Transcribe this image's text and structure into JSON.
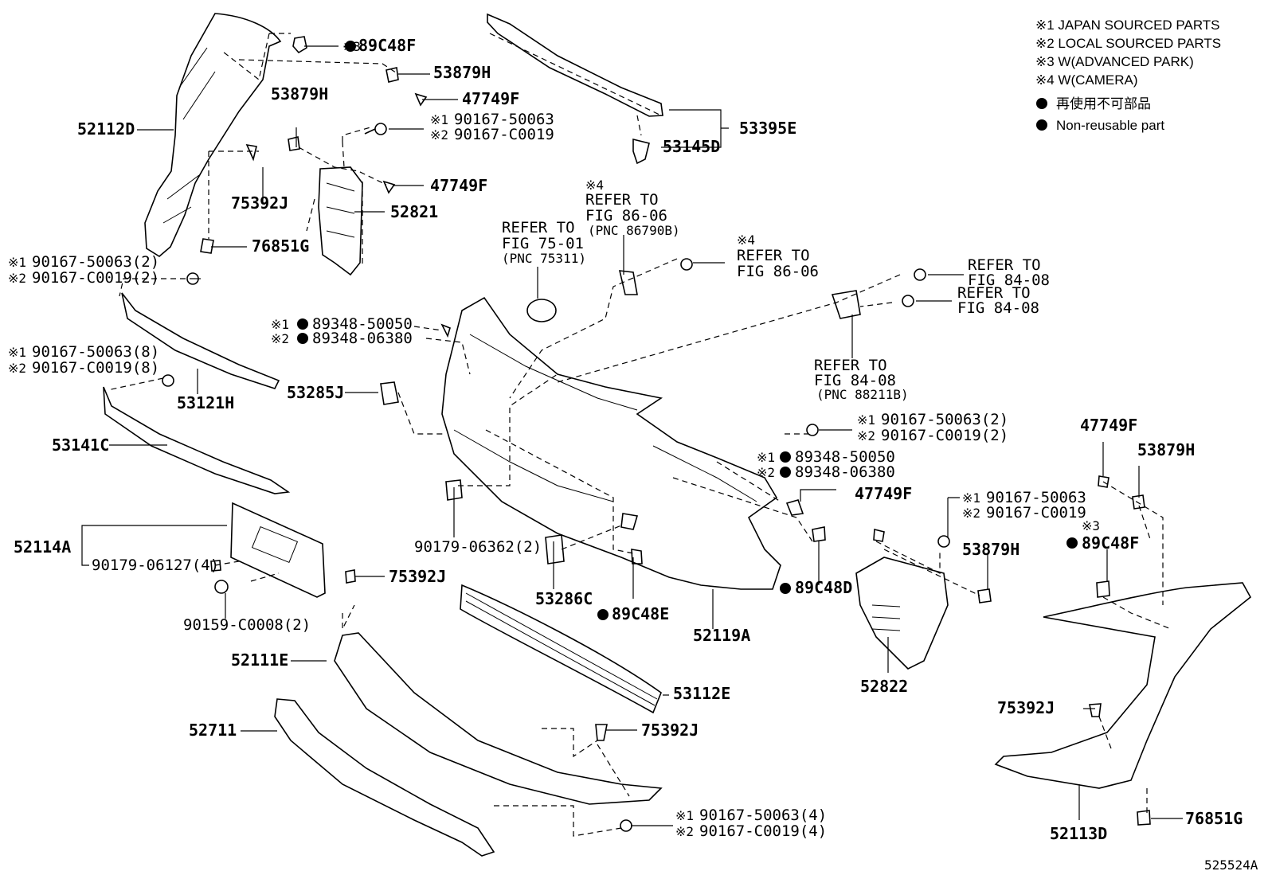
{
  "legend": {
    "l1": "※1 JAPAN SOURCED PARTS",
    "l2": "※2 LOCAL SOURCED PARTS",
    "l3": "※3 W(ADVANCED PARK)",
    "l4": "※4 W(CAMERA)",
    "l5": "再使用不可部品",
    "l6": "Non-reusable part"
  },
  "labels": {
    "p89C48F_top": "89C48F",
    "p53879H_top": "53879H",
    "p47749F_top": "47749F",
    "p53879H_b": "53879H",
    "p90167_50063_a": "90167-50063",
    "p90167_C0019_a": "90167-C0019",
    "p52112D": "52112D",
    "p75392J_a": "75392J",
    "p47749F_b": "47749F",
    "p52821": "52821",
    "p76851G_a": "76851G",
    "p53395E": "53395E",
    "p53145D": "53145D",
    "p_50063_2a": "90167-50063(2)",
    "p_C0019_2a": "90167-C0019(2)",
    "p89348_50050_a": "89348-50050",
    "p89348_06380_a": "89348-06380",
    "p_50063_8": "90167-50063(8)",
    "p_C0019_8": "90167-C0019(8)",
    "p53121H": "53121H",
    "p53285J": "53285J",
    "p53141C": "53141C",
    "p52114A": "52114A",
    "p90179_06127": "90179-06127(4)",
    "p90159_C0008": "90159-C0008(2)",
    "p90179_06362": "90179-06362(2)",
    "p75392J_b": "75392J",
    "p53286C": "53286C",
    "p89C48E": "89C48E",
    "p52119A": "52119A",
    "p89C48D": "89C48D",
    "p52111E": "52111E",
    "p53112E": "53112E",
    "p52711": "52711",
    "p75392J_c": "75392J",
    "p_50063_4": "90167-50063(4)",
    "p_C0019_4": "90167-C0019(4)",
    "p_50063_2b": "90167-50063(2)",
    "p_C0019_2b": "90167-C0019(2)",
    "p89348_50050_b": "89348-50050",
    "p89348_06380_b": "89348-06380",
    "p47749F_c": "47749F",
    "p90167_50063_c": "90167-50063",
    "p90167_C0019_c": "90167-C0019",
    "p53879H_c": "53879H",
    "p52822": "52822",
    "p47749F_d": "47749F",
    "p53879H_d": "53879H",
    "p89C48F_b": "89C48F",
    "p75392J_d": "75392J",
    "p52113D": "52113D",
    "p76851G_b": "76851G",
    "diagram_id": "525524A"
  },
  "refs": {
    "refer_to": "REFER TO",
    "fig_75_01": "FIG 75-01",
    "pnc_75311": "(PNC 75311)",
    "fig_86_06": "FIG 86-06",
    "pnc_86790b": "(PNC 86790B)",
    "fig_84_08": "FIG 84-08",
    "pnc_88211b": "(PNC 88211B)"
  },
  "marks": {
    "m1": "※1",
    "m2": "※2",
    "m3": "※3",
    "m4": "※4"
  }
}
